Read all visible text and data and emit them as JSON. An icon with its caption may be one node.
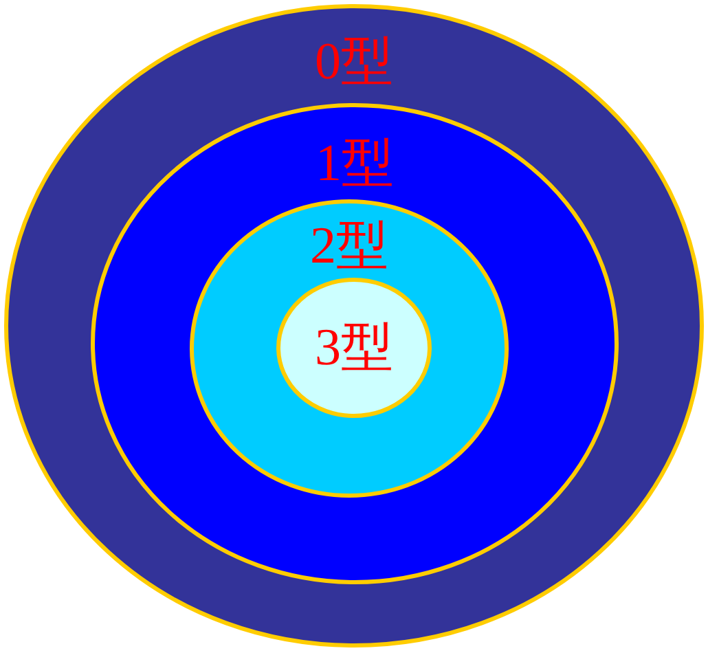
{
  "diagram": {
    "nodes": [
      {
        "text": [
          "0型"
        ]
      },
      {
        "text": [
          "1型"
        ],
        "in": 0
      },
      {
        "text": [
          "2型"
        ],
        "in": 1
      },
      {
        "text": [
          "3型"
        ],
        "in": 2
      }
    ]
  }
}
